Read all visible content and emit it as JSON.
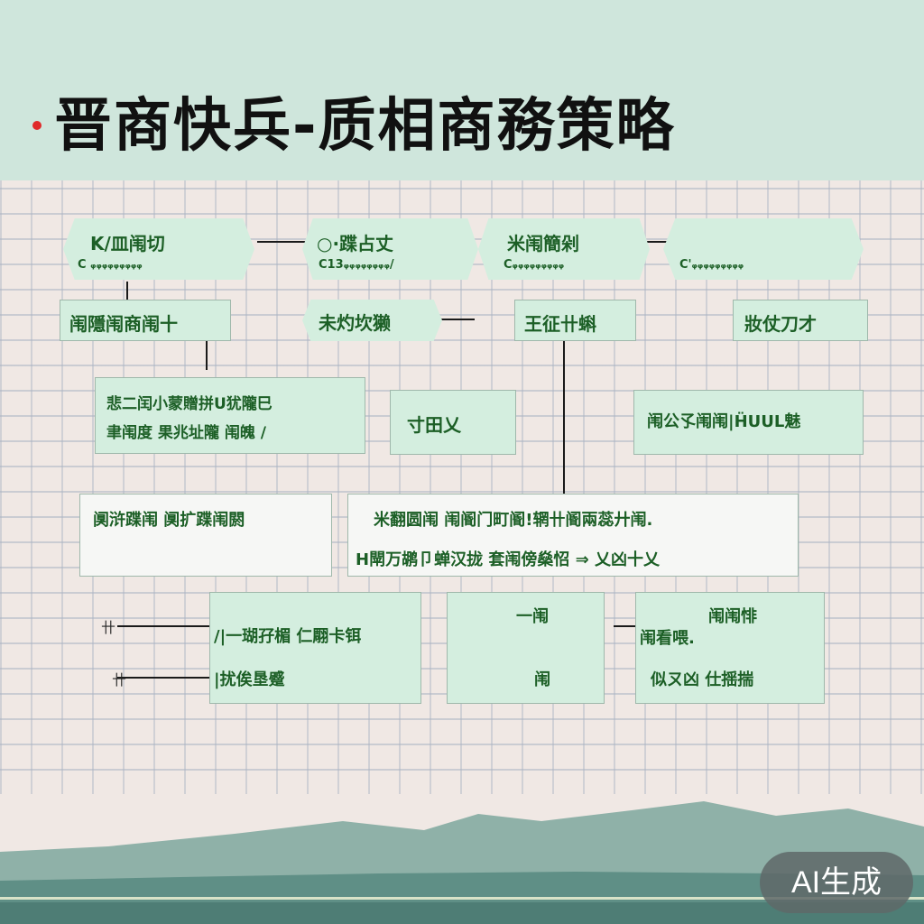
{
  "title": "晋商快兵-质相商務策略",
  "row1": [
    {
      "title": "K/皿闱切",
      "sub": "C ᵩᵩᵩᵩᵩᵩᵩᵩᵩ"
    },
    {
      "title": "○·蹀占丈",
      "sub": "C13ᵩᵩᵩᵩᵩᵩᵩᵩ/"
    },
    {
      "title": "米闱簡剁",
      "sub": "Cᵩᵩᵩᵩᵩᵩᵩᵩᵩ"
    },
    {
      "title": "",
      "sub": "C'ᵩᵩᵩᵩᵩᵩᵩᵩᵩ"
    }
  ],
  "row2": [
    "闱隱闱商闱十",
    "未灼坎獭",
    "王征卄蝌",
    "妝仗刀才"
  ],
  "row3": [
    {
      "l1": "悲二闰小蒙贈拼U犹隴巳",
      "l2": "聿闱度  果兆址隴 闱魄 /"
    },
    {
      "l1": "寸田乂",
      "l2": ""
    },
    {
      "l1": "闱公孓闱闱|ḦUUL魅",
      "l2": ""
    }
  ],
  "row4": [
    {
      "l1": "阒浒蹀闱 阒扩蹀闱閼",
      "l2": ""
    },
    {
      "l1": "米翻圆闱 闱阍门町阍!辋卄阍兩蕊廾闱.",
      "l2": "Н閛万鹕卩蝉汉拢 套闱傍燊怊 ⇒ 乂凶十乂"
    }
  ],
  "row5": [
    {
      "l1": "/|一瑚孖楣 仁翢卡铒",
      "l2": "|扰俟垦蹙"
    },
    {
      "l1": "一闱",
      "l2": "闱"
    },
    {
      "l1": "闱闱悱",
      "l1b": "闱看喂.",
      "l2": "似ㄡ凶 仕揺揣"
    }
  ],
  "left_marks": [
    "卄",
    "卄"
  ],
  "badge": "AI生成"
}
